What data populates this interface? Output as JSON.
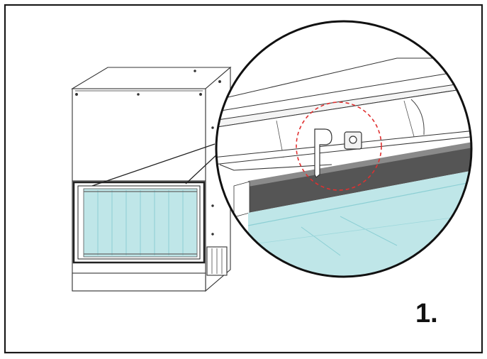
{
  "step_label": "1.",
  "colors": {
    "frame": "#1a1a1a",
    "line": "#333333",
    "filter": "#bfe6e8",
    "filter_dark": "#8ccfd4",
    "gasket": "#555555",
    "highlight": "#e03030",
    "background": "#ffffff"
  },
  "icons": {
    "cabinet": "air-handler-unit",
    "filter": "panel-filter",
    "magnifier": "detail-magnifier-circle",
    "latch": "filter-latch-clip",
    "highlight": "dashed-highlight-circle"
  }
}
